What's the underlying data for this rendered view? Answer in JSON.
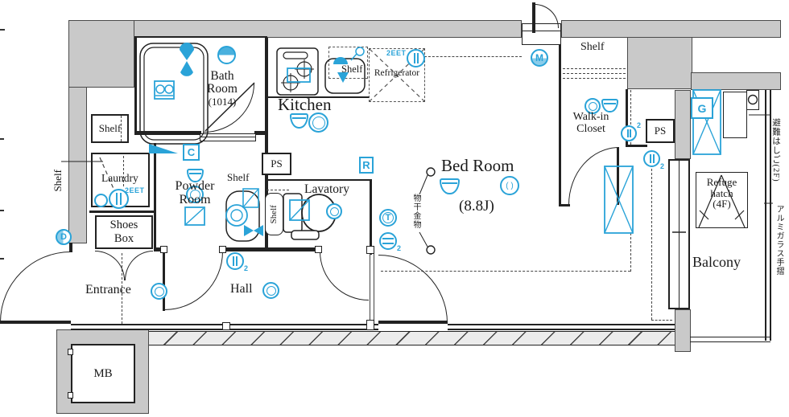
{
  "accent": "#2aa3d8",
  "rooms": {
    "bath_line1": "Bath",
    "bath_line2": "Room",
    "bath_size": "(1014)",
    "kitchen": "Kitchen",
    "bedroom": "Bed Room",
    "bedroom_size": "(8.8J)",
    "lavatory": "Lavatory",
    "powder_line1": "Powder",
    "powder_line2": "Room",
    "walkin_line1": "Walk-in",
    "walkin_line2": "Closet",
    "entrance": "Entrance",
    "hall": "Hall",
    "balcony": "Balcony",
    "laundry": "Laundry",
    "shoes_line1": "Shoes",
    "shoes_line2": "Box",
    "mb": "MB",
    "refuge_line1": "Refuge",
    "refuge_line2": "hatch",
    "refuge_line3": "(4F)"
  },
  "labels": {
    "shelf": "Shelf",
    "ps": "PS",
    "refrigerator": "Refrigerator",
    "outlet_2eet": "2EET",
    "sub2": "2",
    "monohoshi_kanamono": "物干金物",
    "refuge_ladder_2f": "避難はしご(2F)",
    "aluminum_glass_rail": "アルミガラス手摺"
  },
  "symbols": {
    "m": "M",
    "c": "C",
    "r": "R",
    "g": "G",
    "d": "D",
    "t": "T",
    "detector": "( )"
  }
}
